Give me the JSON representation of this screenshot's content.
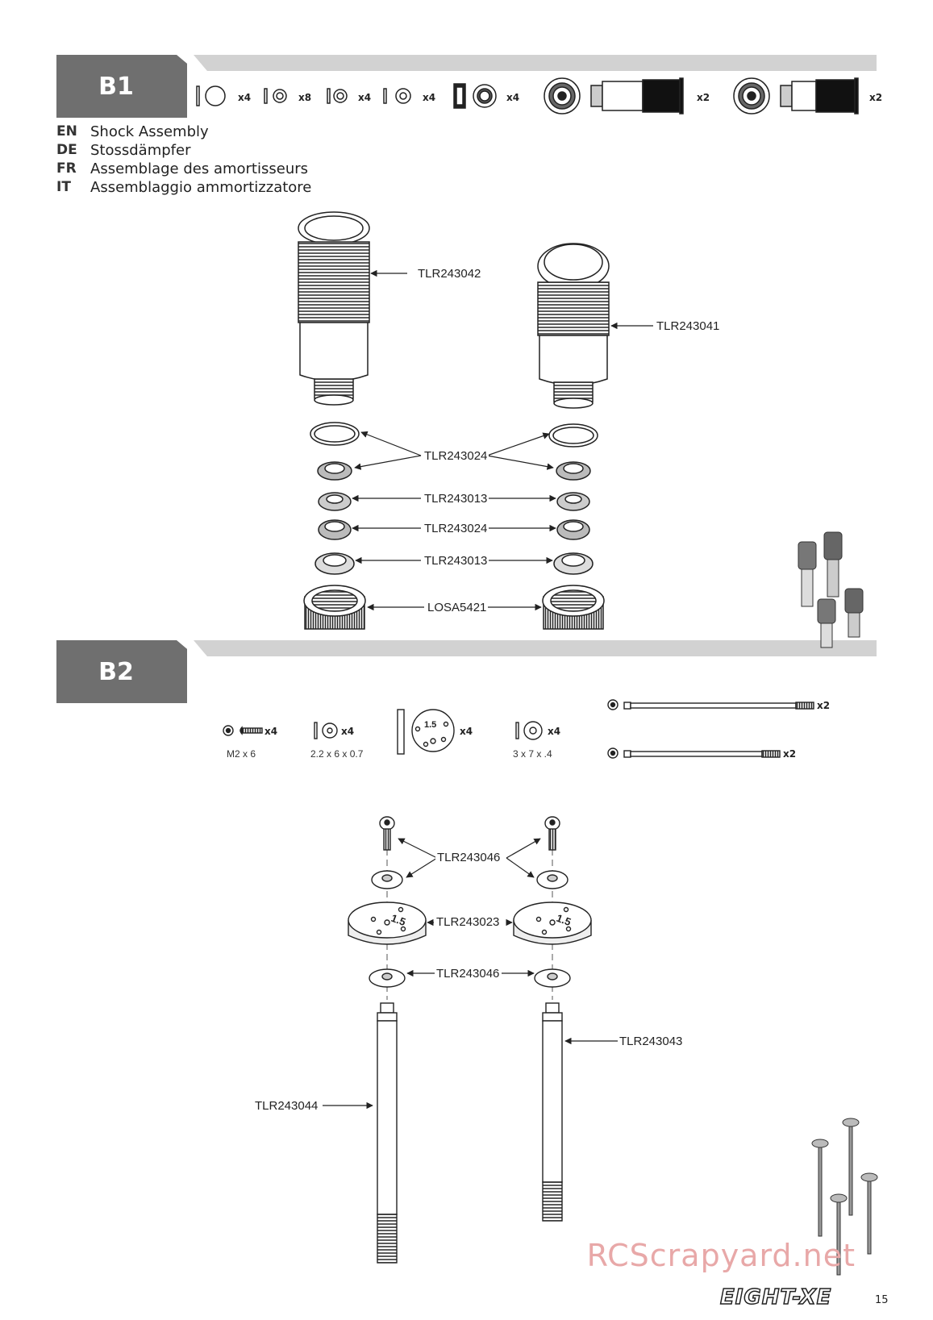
{
  "steps": [
    {
      "label": "B1"
    },
    {
      "label": "B2"
    }
  ],
  "titles": [
    {
      "code": "EN",
      "text": "Shock Assembly"
    },
    {
      "code": "DE",
      "text": "Stossdämpfer"
    },
    {
      "code": "FR",
      "text": "Assemblage des amortisseurs"
    },
    {
      "code": "IT",
      "text": "Assemblaggio ammortizzatore"
    }
  ],
  "b1_bag": {
    "qty": [
      "x4",
      "x8",
      "x4",
      "x4",
      "x4",
      "x2",
      "x2"
    ]
  },
  "b1_parts": {
    "body_left": "TLR243042",
    "body_right": "TLR243041",
    "oring": "TLR243024",
    "spacer_a": "TLR243013",
    "oring_b": "TLR243024",
    "spacer_b": "TLR243013",
    "cap": "LOSA5421"
  },
  "b2_bag": {
    "items": [
      {
        "qty": "x4",
        "size": "M2 x 6"
      },
      {
        "qty": "x4",
        "size": "2.2 x 6 x 0.7"
      },
      {
        "qty": "x4",
        "size": "",
        "piston_mark": "1.5"
      },
      {
        "qty": "x4",
        "size": "3 x 7 x .4"
      }
    ],
    "shaft_qty": [
      "x2",
      "x2"
    ]
  },
  "b2_parts": {
    "screw_washer": "TLR243046",
    "piston": "TLR243023",
    "washer": "TLR243046",
    "shaft_right": "TLR243043",
    "shaft_left": "TLR243044",
    "piston_mark": "1.5"
  },
  "footer": {
    "watermark": "RCScrapyard.net",
    "brand": "EIGHT-XE",
    "page": "15"
  }
}
